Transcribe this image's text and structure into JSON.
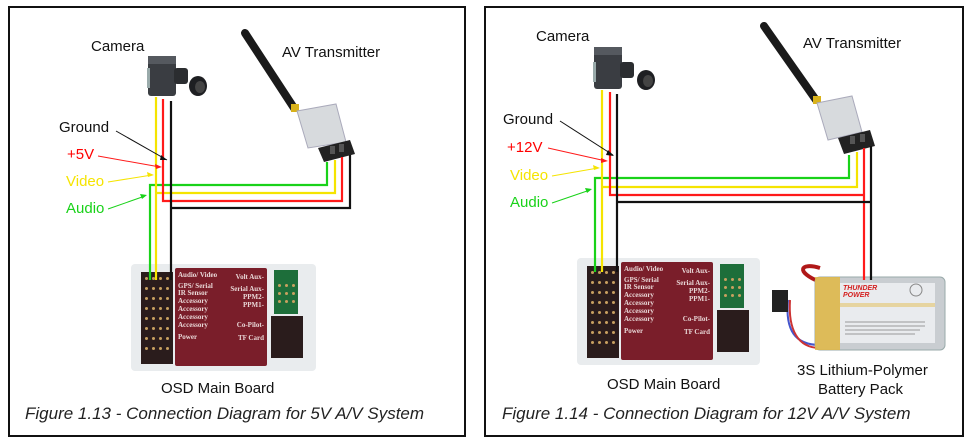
{
  "figures": [
    {
      "id": "fig-1-13",
      "labels": {
        "camera": "Camera",
        "transmitter": "AV Transmitter",
        "board": "OSD Main Board"
      },
      "wire_labels": [
        {
          "text": "Ground",
          "color": "#111111"
        },
        {
          "text": "+5V",
          "color": "#ff0000"
        },
        {
          "text": "Video",
          "color": "#f5e400"
        },
        {
          "text": "Audio",
          "color": "#19d219"
        }
      ],
      "caption": "Figure 1.13 - Connection Diagram for 5V A/V System"
    },
    {
      "id": "fig-1-14",
      "labels": {
        "camera": "Camera",
        "transmitter": "AV Transmitter",
        "board": "OSD Main Board",
        "battery_line1": "3S Lithium-Polymer",
        "battery_line2": "Battery Pack"
      },
      "wire_labels": [
        {
          "text": "Ground",
          "color": "#111111"
        },
        {
          "text": "+12V",
          "color": "#ff0000"
        },
        {
          "text": "Video",
          "color": "#f5e400"
        },
        {
          "text": "Audio",
          "color": "#19d219"
        }
      ],
      "caption": "Figure 1.14 - Connection Diagram for 12V A/V System"
    }
  ],
  "board_silkscreen": {
    "left": [
      "Audio/ Video",
      "GPS/ Serial",
      "IR Sensor",
      "Accessory",
      "Accessory",
      "Accessory",
      "Accessory",
      "Power"
    ],
    "right": [
      "Volt Aux-",
      "Serial Aux-",
      "PPM2-",
      "PPM1-",
      "Co-Pilot-",
      "TF Card"
    ]
  },
  "battery_brand": "THUNDER POWER",
  "wire_colors": {
    "ground": "#111111",
    "power": "#ff1a1a",
    "video": "#f5e400",
    "audio": "#19d219"
  }
}
